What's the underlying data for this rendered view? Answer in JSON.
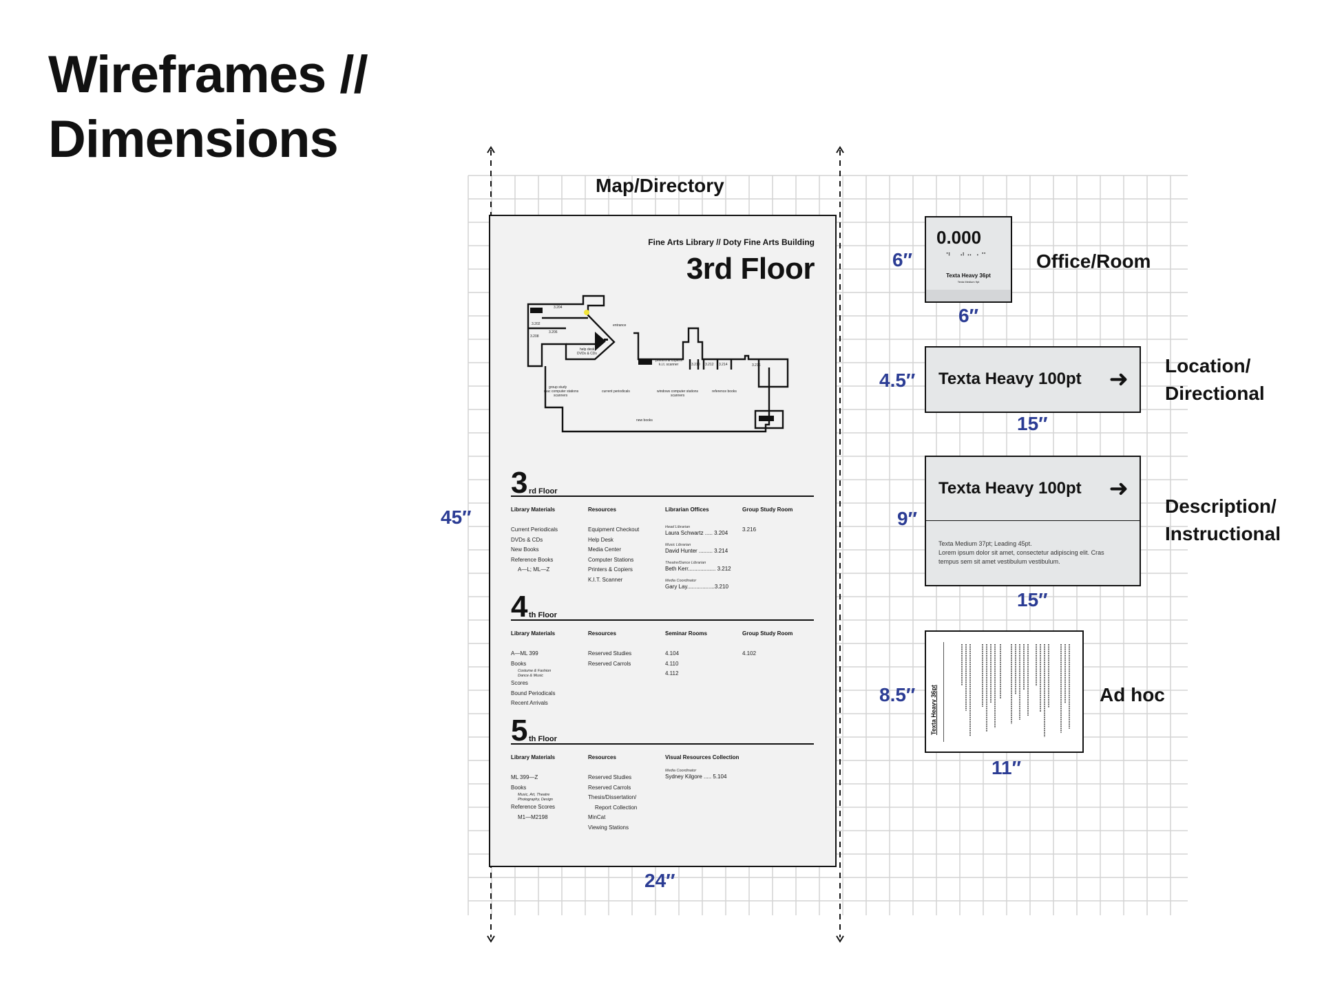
{
  "title": {
    "line1": "Wireframes //",
    "line2": "Dimensions"
  },
  "map_directory": {
    "label": "Map/Directory",
    "width": "24″",
    "height": "45″",
    "subtitle": "Fine Arts Library // Doty Fine Arts Building",
    "floor_title": "3rd Floor",
    "floor_plan": {
      "rooms": [
        "3.204",
        "3.202",
        "3.206",
        "3.208",
        "3.210",
        "3.212",
        "3.214",
        "3.216"
      ],
      "notes": [
        "group study",
        "entrance",
        "help desk\nDVDs & CDs",
        "printers & copiers\nk.i.t. scanner",
        "mac computer stations\nscanners",
        "current periodicals",
        "windows computer stations\nscanners",
        "reference books",
        "new books"
      ]
    },
    "floors": [
      {
        "num": "3",
        "suffix": "rd Floor",
        "columns": [
          {
            "head": "Library Materials",
            "items": [
              "Current Periodicals",
              "DVDs & CDs",
              "New Books",
              "Reference Books",
              "A—L; ML—Z"
            ]
          },
          {
            "head": "Resources",
            "items": [
              "Equipment Checkout",
              "Help Desk",
              "Media Center",
              "Computer Stations",
              "Printers & Copiers",
              "K.I.T. Scanner"
            ]
          },
          {
            "head": "Librarian Offices",
            "librarians": [
              {
                "role": "Head Librarian",
                "name": "Laura Schwartz ..... 3.204"
              },
              {
                "role": "Music Librarian",
                "name": "David Hunter ......... 3.214"
              },
              {
                "role": "Theatre/Dance Librarian",
                "name": "Beth Kerr.................. 3.212"
              },
              {
                "role": "Media Coordinator",
                "name": "Gary Lay..................3.210"
              }
            ]
          },
          {
            "head": "Group Study Room",
            "items": [
              "3.216"
            ]
          }
        ]
      },
      {
        "num": "4",
        "suffix": "th Floor",
        "columns": [
          {
            "head": "Library Materials",
            "items": [
              "A—ML 399",
              "Books",
              "Costume & Fashion",
              "Dance & Music",
              "Scores",
              "Bound Periodicals",
              "Recent Arrivals"
            ]
          },
          {
            "head": "Resources",
            "items": [
              "Reserved Studies",
              "Reserved Carrols"
            ]
          },
          {
            "head": "Seminar Rooms",
            "items": [
              "4.104",
              "4.110",
              "4.112"
            ]
          },
          {
            "head": "Group Study Room",
            "items": [
              "4.102"
            ]
          }
        ]
      },
      {
        "num": "5",
        "suffix": "th Floor",
        "columns": [
          {
            "head": "Library Materials",
            "items": [
              "ML 399—Z",
              "Books",
              "Music, Art, Theatre",
              "Photography, Design",
              "Reference Scores",
              "M1—M2198"
            ]
          },
          {
            "head": "Resources",
            "items": [
              "Reserved Studies",
              "Reserved Carrols",
              "Thesis/Dissertation/",
              "Report Collection",
              "MinCat",
              "Viewing Stations"
            ]
          },
          {
            "head": "Visual Resources Collection",
            "librarians": [
              {
                "role": "Media Coordinator",
                "name": "Sydney Kilgore ..... 5.104"
              }
            ]
          }
        ]
      }
    ]
  },
  "office_sign": {
    "label": "Office/Room",
    "number": "0.000",
    "braille": "⠀⠲⠀⠴⠤⠠⠒",
    "caption": "Texta Heavy 36pt",
    "caption2": "Texta Medium 9pt",
    "width": "6″",
    "height": "6″"
  },
  "location_sign": {
    "label1": "Location/",
    "label2": "Directional",
    "text": "Texta Heavy 100pt",
    "arrow": "➜",
    "width": "15″",
    "height": "4.5″"
  },
  "description_sign": {
    "label1": "Description/",
    "label2": "Instructional",
    "text": "Texta Heavy 100pt",
    "arrow": "➜",
    "body1": "Texta Medium 37pt; Leading 45pt.",
    "body2": "Lorem ipsum dolor sit amet, consectetur adipiscing elit. Cras tempus sem sit amet vestibulum vestibulum.",
    "width": "15″",
    "height": "9″"
  },
  "adhoc_sign": {
    "label": "Ad hoc",
    "title": "Texta Heavy 36pt",
    "width": "11″",
    "height": "8.5″"
  },
  "colors": {
    "dimension": "#2b3c94",
    "grid": "#d4d4d4",
    "sign_fill": "#e5e7e8",
    "board_fill": "#f2f2f2",
    "highlight": "#f3e63a"
  }
}
